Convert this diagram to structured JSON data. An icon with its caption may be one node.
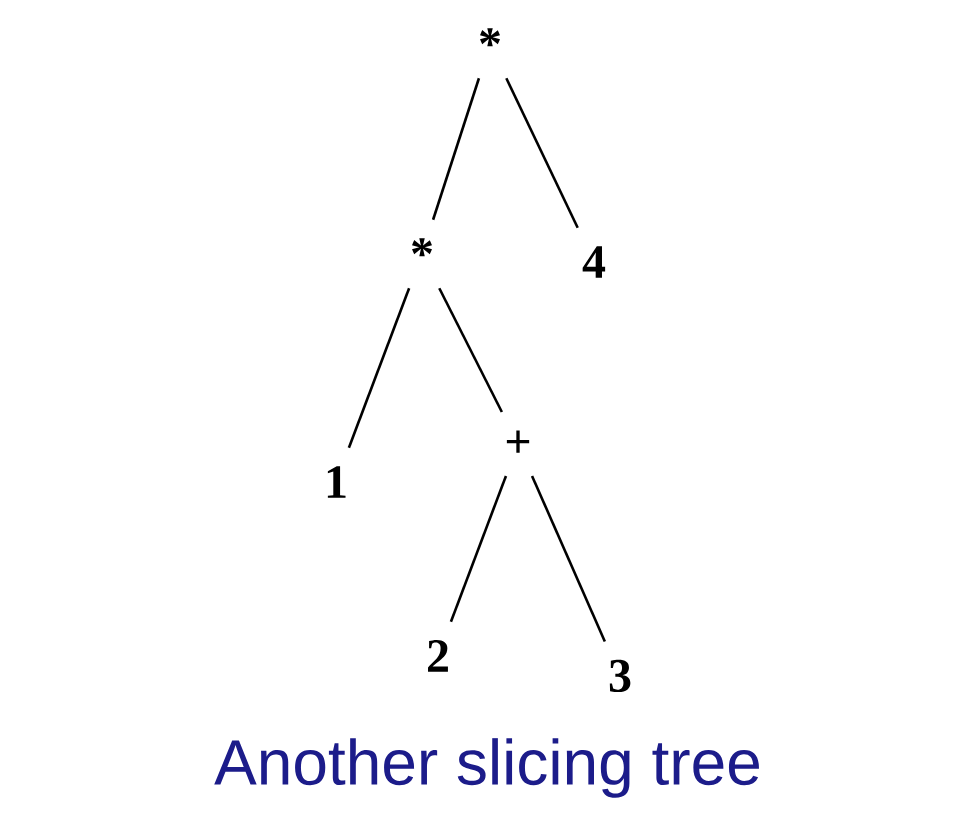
{
  "diagram": {
    "caption": "Another slicing tree",
    "nodes": [
      {
        "text": [
          "*"
        ]
      },
      {
        "text": [
          "*"
        ]
      },
      {
        "text": [
          "4"
        ]
      },
      {
        "text": [
          "1"
        ]
      },
      {
        "text": [
          "+"
        ]
      },
      {
        "text": [
          "2"
        ]
      },
      {
        "text": [
          "3"
        ]
      }
    ],
    "edges": [
      {
        "from": 0,
        "to": 1,
        "arrow": "none"
      },
      {
        "from": 0,
        "to": 2,
        "arrow": "none"
      },
      {
        "from": 1,
        "to": 3,
        "arrow": "none"
      },
      {
        "from": 1,
        "to": 4,
        "arrow": "none"
      },
      {
        "from": 4,
        "to": 5,
        "arrow": "none"
      },
      {
        "from": 4,
        "to": 6,
        "arrow": "none"
      }
    ]
  }
}
